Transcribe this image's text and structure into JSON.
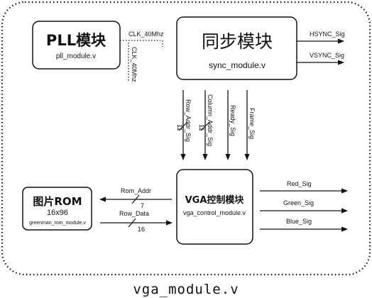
{
  "diagram": {
    "colors": {
      "line": "#111111",
      "background": "#ffffff"
    },
    "outer_label": "vga_module.v",
    "modules": {
      "pll": {
        "title": "PLL模块",
        "file": "pll_module.v"
      },
      "sync": {
        "title": "同步模块",
        "file": "sync_module.v"
      },
      "vga": {
        "title": "VGA控制模块",
        "file": "vga_control_module.v"
      },
      "rom": {
        "title": "图片ROM",
        "size": "16x96",
        "file": "greenman_rom_module.v"
      }
    },
    "signals": {
      "clk_h": "CLK_40Mhz",
      "clk_v": "CLK_40Mhz",
      "hsync": "HSYNC_Sig",
      "vsync": "VSYNC_Sig",
      "row_addr_sig": "Row_Addr_Sig",
      "column_addr_sig": "Column_Addr_Sig",
      "ready_sig": "Ready_Sig",
      "frame_sig": "Frame_Sig",
      "row_addr_width": "11",
      "column_addr_width": "11",
      "rom_addr": "Rom_Addr",
      "rom_addr_width": "7",
      "row_data": "Row_Data",
      "row_data_width": "16",
      "red": "Red_Sig",
      "green": "Green_Sig",
      "blue": "Blue_Sig"
    }
  }
}
